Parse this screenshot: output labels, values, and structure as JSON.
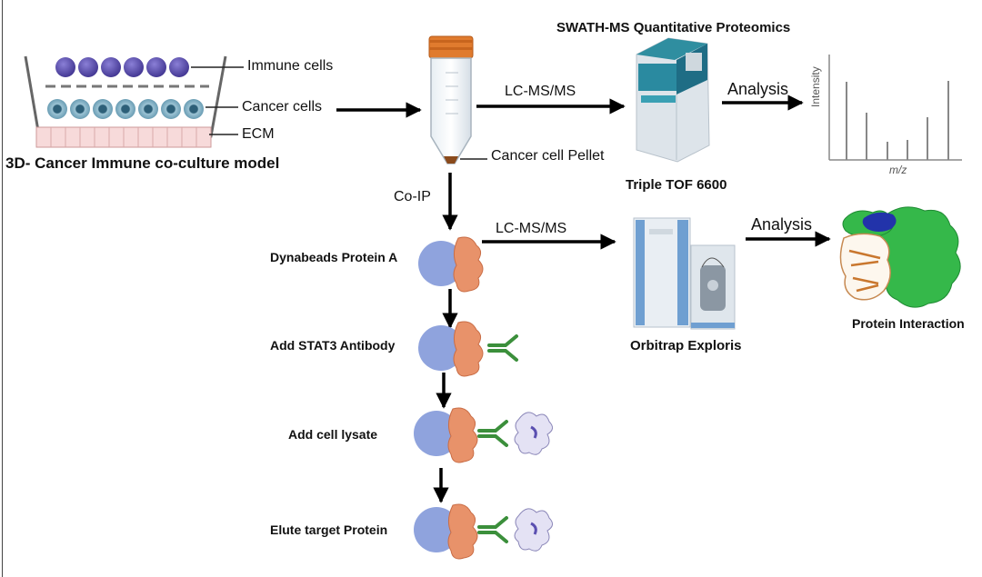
{
  "coculture": {
    "immune_cells": "Immune cells",
    "cancer_cells": "Cancer cells",
    "ecm": "ECM",
    "title": "3D- Cancer Immune co-culture model"
  },
  "pellet": {
    "label": "Cancer cell Pellet"
  },
  "swath": {
    "title": "SWATH-MS Quantitative Proteomics",
    "instrument": "Triple TOF 6600",
    "arrow1": "LC-MS/MS",
    "arrow2": "Analysis",
    "spectrum_ylabel": "Intensity",
    "spectrum_xlabel": "m/z"
  },
  "coip": {
    "arrow": "Co-IP",
    "steps": [
      "Dynabeads Protein A",
      "Add STAT3 Antibody",
      "Add cell lysate",
      "Elute target Protein"
    ]
  },
  "orbitrap": {
    "arrow1": "LC-MS/MS",
    "instrument": "Orbitrap Exploris",
    "arrow2": "Analysis"
  },
  "result": {
    "label": "Protein Interaction"
  },
  "colors": {
    "immune": "#5b4fb0",
    "cancer": "#4f8fa8",
    "bead": "#8fa3dd",
    "protein_a": "#e8926a",
    "antibody": "#3b8f3b",
    "protein_green": "#35b84a",
    "protein_blue": "#2233aa"
  }
}
